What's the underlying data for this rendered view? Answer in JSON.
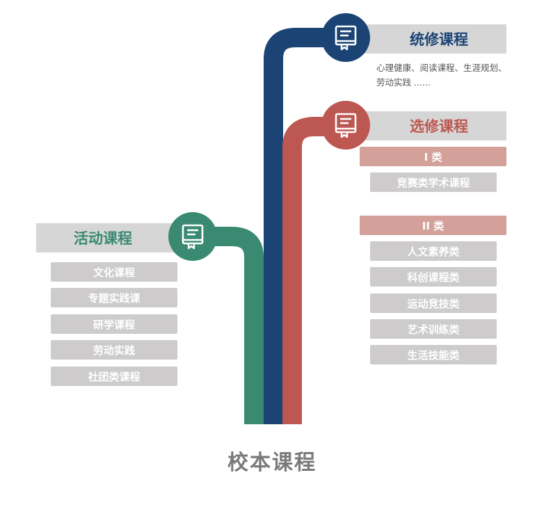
{
  "colors": {
    "required": "#1b4475",
    "elective": "#bd5751",
    "activity": "#3a8a72",
    "header_bg": "#d6d6d6",
    "pill_bg": "#cdcbcb",
    "category_bg": "#d3a19a"
  },
  "icon": "book-icon",
  "title": "校本课程",
  "required": {
    "title": "统修课程",
    "description_line1": "心理健康、阅读课程、生涯规划、",
    "description_line2": "劳动实践 ......"
  },
  "elective": {
    "title": "选修课程",
    "category1": {
      "label": "I 类",
      "items": [
        "竞赛类学术课程"
      ]
    },
    "category2": {
      "label": "II 类",
      "items": [
        "人文素养类",
        "科创课程类",
        "运动竞技类",
        "艺术训练类",
        "生活技能类"
      ]
    }
  },
  "activity": {
    "title": "活动课程",
    "items": [
      "文化课程",
      "专题实践课",
      "研学课程",
      "劳动实践",
      "社团类课程"
    ]
  }
}
